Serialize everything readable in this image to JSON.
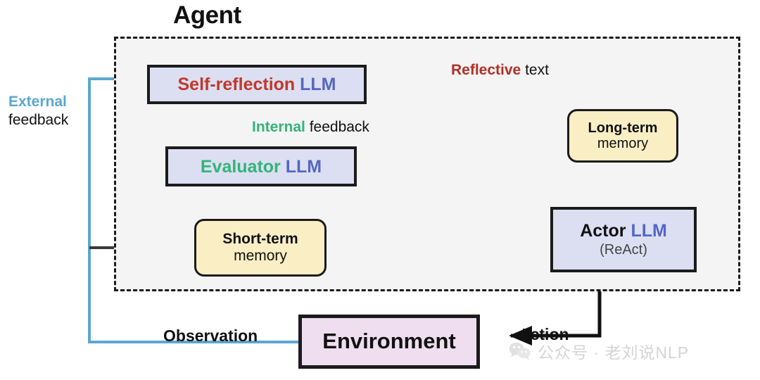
{
  "diagram": {
    "title": "Agent",
    "boundary_label": "Agent",
    "nodes": {
      "self_reflection": {
        "name_part": "Self-reflection",
        "model_part": "LLM"
      },
      "evaluator": {
        "name_part": "Evaluator",
        "model_part": "LLM"
      },
      "short_term_memory": {
        "line1": "Short-term",
        "line2": "memory"
      },
      "long_term_memory": {
        "line1": "Long-term",
        "line2": "memory"
      },
      "actor": {
        "name_part": "Actor",
        "model_part": "LLM",
        "sub": "(ReAct)"
      },
      "environment": {
        "label": "Environment"
      }
    },
    "edges": {
      "external_feedback": {
        "part1": "External",
        "part2": "feedback"
      },
      "internal_feedback": {
        "part1": "Internal",
        "part2": "feedback"
      },
      "reflective_text": {
        "part1": "Reflective",
        "part2": "text"
      },
      "observation": {
        "label": "Observation"
      },
      "action": {
        "label": "Action"
      }
    },
    "colors": {
      "red": "#c0392b",
      "dark_red": "#b03027",
      "blue": "#5566c4",
      "green": "#34b37a",
      "light_blue": "#5ba7cf",
      "black": "#111111",
      "gray": "#444444",
      "box_fill_llm": "#dcdff2",
      "box_fill_memory": "#faeec4",
      "box_fill_env": "#eedef0",
      "agent_fill": "#f4f4f4"
    }
  },
  "watermark": {
    "icon": "wechat-icon",
    "text": "公众号 · 老刘说NLP"
  }
}
